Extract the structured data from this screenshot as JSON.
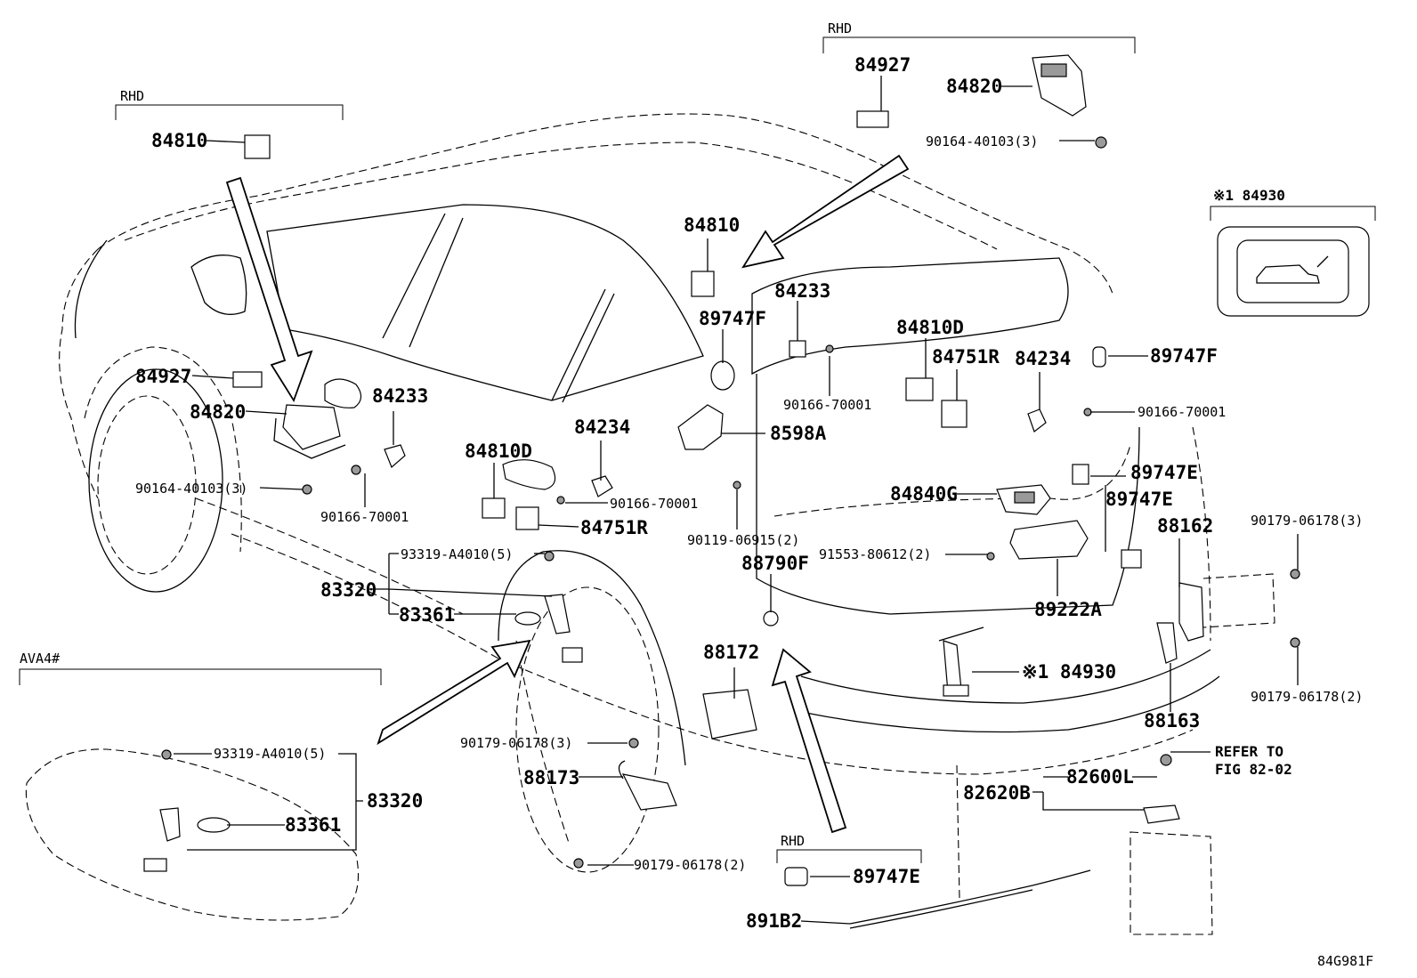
{
  "labels": {
    "rhd_top": "RHD",
    "rhd_left": "RHD",
    "rhd_bottom": "RHD",
    "ava4": "AVA4#",
    "p84927_top": "84927",
    "p84820_top": "84820",
    "p90164_top": "90164-40103(3)",
    "p84930_box": "※1 84930",
    "p84810_left": "84810",
    "p84810_mid": "84810",
    "p89747F_a": "89747F",
    "p84233_a": "84233",
    "p84810D_a": "84810D",
    "p84751R_a": "84751R",
    "p84234_a": "84234",
    "p89747F_b": "89747F",
    "p90166_a": "90166-70001",
    "p90166_b": "90166-70001",
    "p8598A": "8598A",
    "p89747E_a": "89747E",
    "p84840G": "84840G",
    "p89747E_b": "89747E",
    "p84927_left": "84927",
    "p84820_left": "84820",
    "p84233_b": "84233",
    "p90164_left": "90164-40103(3)",
    "p90166_c": "90166-70001",
    "p84810D_b": "84810D",
    "p84234_b": "84234",
    "p90166_d": "90166-70001",
    "p84751R_b": "84751R",
    "p90119": "90119-06915(2)",
    "p91553": "91553-80612(2)",
    "p88790F": "88790F",
    "p89222A": "89222A",
    "p88162": "88162",
    "p90179_r1": "90179-06178(3)",
    "p90179_r2": "90179-06178(2)",
    "p93319_a": "93319-A4010(5)",
    "p83320_a": "83320",
    "p83361_a": "83361",
    "p84930_b": "※1 84930",
    "p88163": "88163",
    "p88172": "88172",
    "p90179_m1": "90179-06178(3)",
    "p88173": "88173",
    "p90179_m2": "90179-06178(2)",
    "refer1": "REFER TO",
    "refer2": "FIG 82-02",
    "p82620B": "82620B",
    "p82600L": "82600L",
    "p93319_b": "93319-A4010(5)",
    "p83320_b": "83320",
    "p83361_b": "83361",
    "p89747E_c": "89747E",
    "p891B2": "891B2",
    "figcode": "84G981F"
  }
}
